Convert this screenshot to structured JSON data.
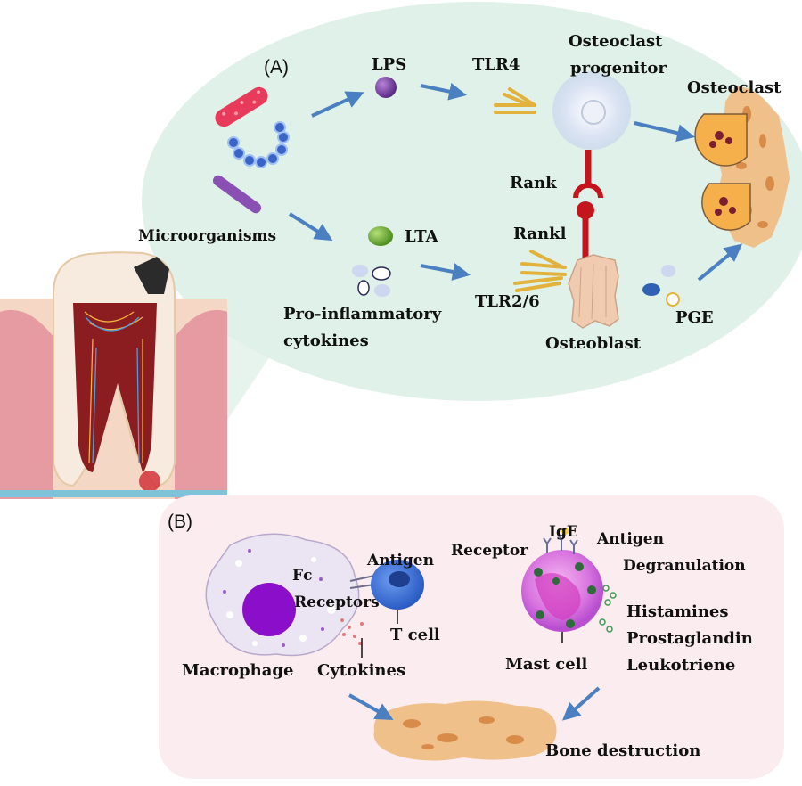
{
  "panel_a": {
    "label": "(A)",
    "lps": "LPS",
    "tlr4": "TLR4",
    "osteoclast_progenitor_line1": "Osteoclast",
    "osteoclast_progenitor_line2": "progenitor",
    "osteoclast": "Osteoclast",
    "rank": "Rank",
    "rankl": "Rankl",
    "microorganisms": "Microorganisms",
    "lta": "LTA",
    "pro_inflammatory_line1": "Pro-inflammatory",
    "pro_inflammatory_line2": "cytokines",
    "tlr26": "TLR2/6",
    "pge": "PGE",
    "osteoblast": "Osteoblast"
  },
  "panel_b": {
    "label": "(B)",
    "antigen_left": "Antigen",
    "fc": "Fc",
    "receptors": "Receptors",
    "t_cell": "T cell",
    "macrophage": "Macrophage",
    "cytokines": "Cytokines",
    "ige": "IgE",
    "antigen_right": "Antigen",
    "receptor": "Receptor",
    "degranulation": "Degranulation",
    "histamines": "Histamines",
    "prostaglandin": "Prostaglandin",
    "leukotriene": "Leukotriene",
    "mast_cell": "Mast cell",
    "bone_destruction": "Bone destruction"
  },
  "colors": {
    "panel_a_bg": "#dff1e8",
    "panel_b_bg": "#fbecef",
    "arrow": "#4a7fc1",
    "rank_red": "#c4151c",
    "bone": "#f0c08a"
  }
}
